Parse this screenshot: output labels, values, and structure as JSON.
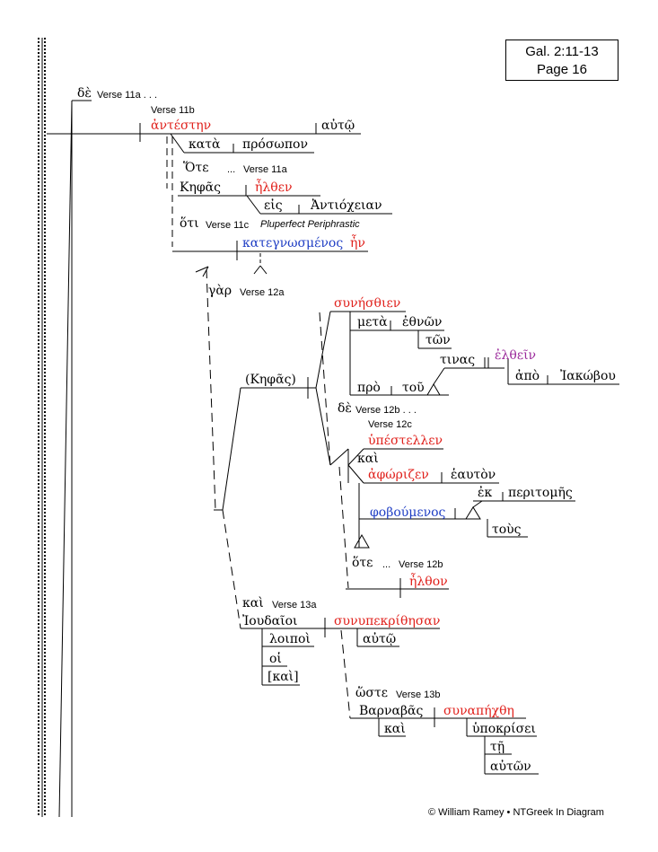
{
  "reference": {
    "line1": "Gal. 2:11-13",
    "line2": "Page 16"
  },
  "copyright": "© William Ramey • NTGreek In Diagram",
  "words": {
    "de1": "δὲ",
    "antestin": "ἀντέστην",
    "auto1": "αὐτῷ",
    "kata": "κατὰ",
    "prosopon": "πρόσωπον",
    "hote1": "Ὅτε",
    "ellipsis1": "...",
    "kefas1": "Κηφᾶς",
    "elthen1": "ἦλθεν",
    "eis": "εἰς",
    "antiocheian": "Ἀντιόχειαν",
    "hoti": "ὅτι",
    "kategnosmenos": "κατεγνωσμένος",
    "en": "ἦν",
    "gar": "γὰρ",
    "synesthien": "συνήσθιεν",
    "meta": "μετὰ",
    "ethnon": "ἐθνῶν",
    "ton1": "τῶν",
    "tinas": "τινας",
    "elthein": "ἐλθεῖν",
    "apo": "ἀπὸ",
    "iakobou": "Ἰακώβου",
    "pro": "πρὸ",
    "tou": "τοῦ",
    "kefas2": "(Κηφᾶς)",
    "de2": "δὲ",
    "ellipsis2": "...",
    "hypestellen": "ὑπέστελλεν",
    "kai1": "καὶ",
    "aforizen": "ἀφώριζεν",
    "heauton": "ἑαυτὸν",
    "ek": "ἐκ",
    "peritomes": "περιτομῆς",
    "foboumenos": "φοβούμενος",
    "tous": "τοὺς",
    "hote2": "ὅτε",
    "ellipsis3": "...",
    "elthon": "ἦλθον",
    "kai2": "καὶ",
    "ioudaioi": "Ἰουδαῖοι",
    "synypekrithesan": "συνυπεκρίθησαν",
    "loipoi": "λοιποὶ",
    "auto2": "αὐτῷ",
    "hoi": "οἱ",
    "kai_br": "[καὶ]",
    "hoste": "ὥστε",
    "barnabas": "Βαρναβᾶς",
    "synapechthe": "συναπήχθη",
    "kai3": "καὶ",
    "hypokrisei": "ὑποκρίσει",
    "te": "τῇ",
    "auton": "αὐτῶν"
  },
  "labels": {
    "v11a": "Verse 11a . . .",
    "v11b": "Verse 11b",
    "v11a_2": "Verse 11a",
    "v11c": "Verse 11c",
    "periphrastic": "Pluperfect Periphrastic",
    "v12a": "Verse 12a",
    "v12b": "Verse 12b . . .",
    "v12c": "Verse 12c",
    "v12b_2": "Verse 12b",
    "v13a": "Verse 13a",
    "v13b": "Verse 13b"
  },
  "colors": {
    "verb": "#e0201b",
    "participle": "#1f3ec4",
    "infinitive": "#9b2a9b",
    "line": "#000000"
  }
}
